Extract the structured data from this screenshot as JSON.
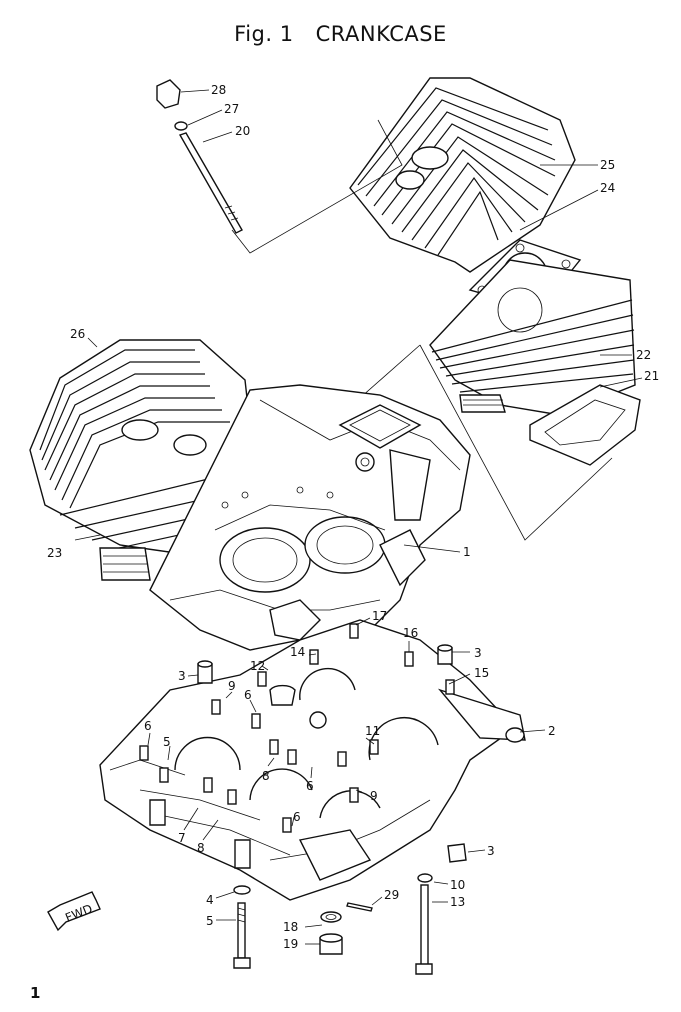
{
  "figure": {
    "number": "Fig. 1",
    "title": "CRANKCASE"
  },
  "page_number": "1",
  "fwd_label": "FWD",
  "callouts": [
    "28",
    "27",
    "20",
    "25",
    "24",
    "26",
    "22",
    "21",
    "23",
    "1",
    "17",
    "16",
    "3",
    "15",
    "14",
    "12",
    "3",
    "9",
    "6",
    "2",
    "6",
    "5",
    "11",
    "8",
    "6",
    "9",
    "7",
    "8",
    "6",
    "3",
    "4",
    "10",
    "29",
    "13",
    "5",
    "18",
    "19"
  ]
}
